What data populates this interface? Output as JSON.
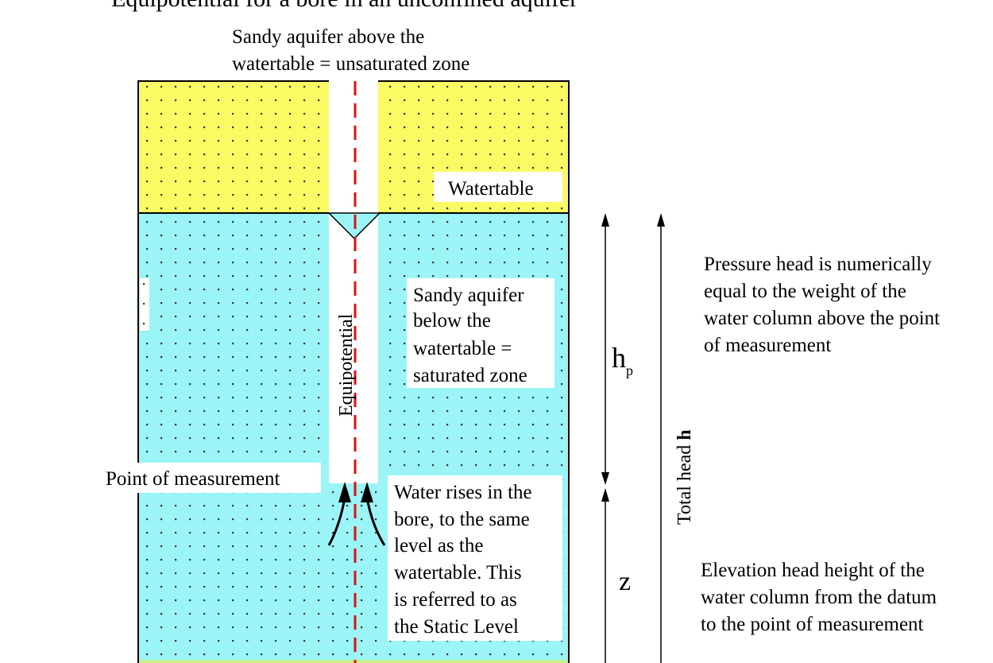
{
  "title": "Equipotential for a bore in an unconfined aquifer",
  "labels": {
    "unsaturated_line1": "Sandy aquifer above the",
    "unsaturated_line2": "watertable = unsaturated zone",
    "watertable": "Watertable",
    "saturated_line1": "Sandy aquifer",
    "saturated_line2": "below the",
    "saturated_line3": "watertable =",
    "saturated_line4": "saturated zone",
    "equipotential": "Equipotential",
    "point_of_measurement": "Point of measurement",
    "rise_line1": "Water rises in the",
    "rise_line2": "bore, to the same",
    "rise_line3": "level as the",
    "rise_line4": "watertable. This",
    "rise_line5": "is referred to as",
    "rise_line6": "the Static Level",
    "hp_symbol": "h",
    "hp_subscript": "p",
    "z_symbol": "z",
    "total_head_prefix": "Total head ",
    "total_head_symbol": "h",
    "pressure_line1": "Pressure head is numerically",
    "pressure_line2": "equal to the weight of the",
    "pressure_line3": "water column above the point",
    "pressure_line4": "of measurement",
    "elevation_line1": "Elevation head height of the",
    "elevation_line2": "water column from the datum",
    "elevation_line3": "to the point of measurement"
  },
  "colors": {
    "unsaturated_zone": "#fafa64",
    "saturated_zone": "#9bf4f6",
    "equipotential_line": "#e01010",
    "water_in_bore": "#9bf4f6",
    "outline": "#000000"
  }
}
